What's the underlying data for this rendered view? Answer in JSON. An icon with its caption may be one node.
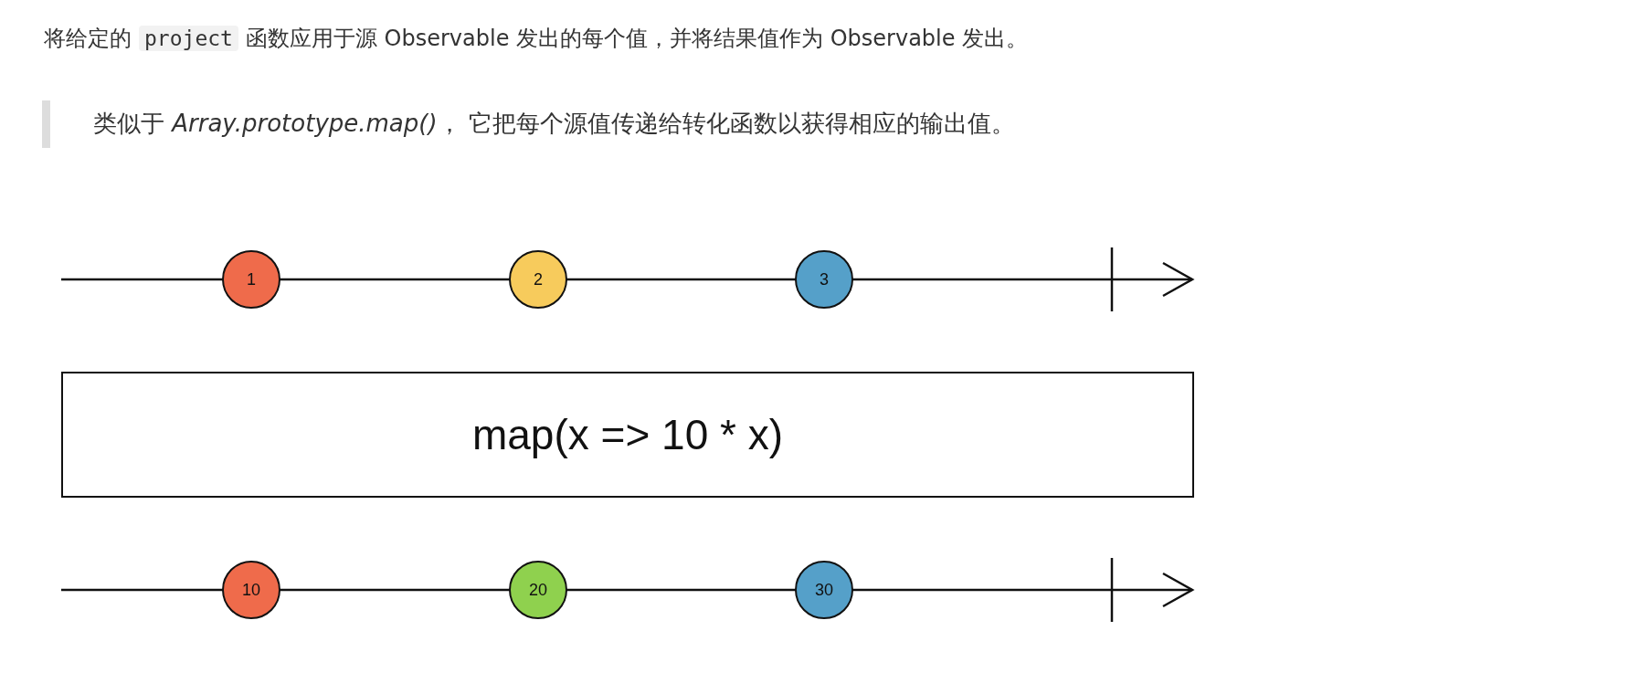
{
  "diagram": {
    "nodes": [
      {
        "text": [
          "1"
        ]
      },
      {
        "text": [
          "2"
        ]
      },
      {
        "text": [
          "3"
        ]
      },
      {
        "text": [
          "map(x => 10 * x)"
        ]
      },
      {
        "text": [
          "10"
        ]
      },
      {
        "text": [
          "20"
        ]
      },
      {
        "text": [
          "30"
        ]
      }
    ],
    "edges": [],
    "labels": [
      "将给定的",
      "project",
      "函数应用于源 Observable 发出的每个值，并将结果值作为 Observable 发出。",
      "类似于 *Array.prototype.map()*， 它把每个源值传递给转化函数以获得相应的输出值。"
    ]
  }
}
